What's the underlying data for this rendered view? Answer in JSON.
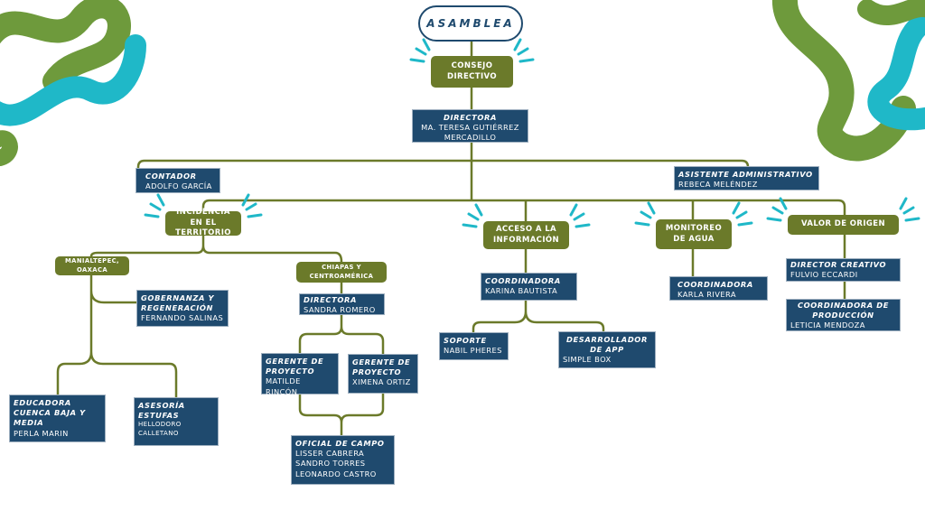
{
  "colors": {
    "green": "#6b7a2a",
    "navy": "#1f4a6e",
    "teal": "#1fb8c8",
    "blob_green": "#6e9a3c",
    "line": "#6b7a2a"
  },
  "asamblea": "ASAMBLEA",
  "consejo": "CONSEJO DIRECTIVO",
  "directora": {
    "role": "DIRECTORA",
    "names": [
      "MA. TERESA GUTIÉRREZ",
      "MERCADILLO"
    ]
  },
  "contador": {
    "role": "CONTADOR",
    "names": [
      "ADOLFO GARCÍA"
    ]
  },
  "asistente": {
    "role": "ASISTENTE ADMINISTRATIVO",
    "names": [
      "REBECA MELÉNDEZ"
    ]
  },
  "areas": {
    "incidencia": "INCIDENCIA EN EL TERRITORIO",
    "acceso": "ACCESO A LA INFORMACIÓN",
    "monitoreo": "MONITOREO DE AGUA",
    "valor": "VALOR DE ORIGEN"
  },
  "incidencia": {
    "manialtepec": "MANIALTEPEC, OAXACA",
    "chiapas": "CHIAPAS Y CENTROAMÉRICA",
    "gobernanza": {
      "role": "GOBERNANZA Y REGENERACIÓN",
      "names": [
        "FERNANDO SALINAS"
      ]
    },
    "educadora": {
      "role": "EDUCADORA CUENCA BAJA Y MEDIA",
      "names": [
        "PERLA MARIN"
      ]
    },
    "asesoria": {
      "role": "ASESORÍA ESTUFAS",
      "names": [
        "HELLODORO",
        "CALLETANO"
      ]
    },
    "directora_chiapas": {
      "role": "DIRECTORA",
      "names": [
        "SANDRA ROMERO"
      ]
    },
    "gerente1": {
      "role": "GERENTE DE PROYECTO",
      "names": [
        "MATILDE RINCÓN"
      ]
    },
    "gerente2": {
      "role": "GERENTE DE PROYECTO",
      "names": [
        "XIMENA ORTIZ"
      ]
    },
    "oficial": {
      "role": "OFICIAL DE CAMPO",
      "names": [
        "LISSER CABRERA",
        "SANDRO TORRES",
        "LEONARDO CASTRO"
      ]
    }
  },
  "acceso": {
    "coordinadora": {
      "role": "COORDINADORA",
      "names": [
        "KARINA BAUTISTA"
      ]
    },
    "soporte": {
      "role": "SOPORTE",
      "names": [
        "NABIL PHERES"
      ]
    },
    "desarrollador": {
      "role": "DESARROLLADOR DE APP",
      "names": [
        "SIMPLE BOX"
      ]
    }
  },
  "monitoreo": {
    "coordinadora": {
      "role": "COORDINADORA",
      "names": [
        "KARLA RIVERA"
      ]
    }
  },
  "valor": {
    "director": {
      "role": "DIRECTOR CREATIVO",
      "names": [
        "FULVIO ECCARDI"
      ]
    },
    "coordinadora": {
      "role": "COORDINADORA DE PRODUCCIÓN",
      "names": [
        "LETICIA MENDOZA"
      ]
    }
  }
}
